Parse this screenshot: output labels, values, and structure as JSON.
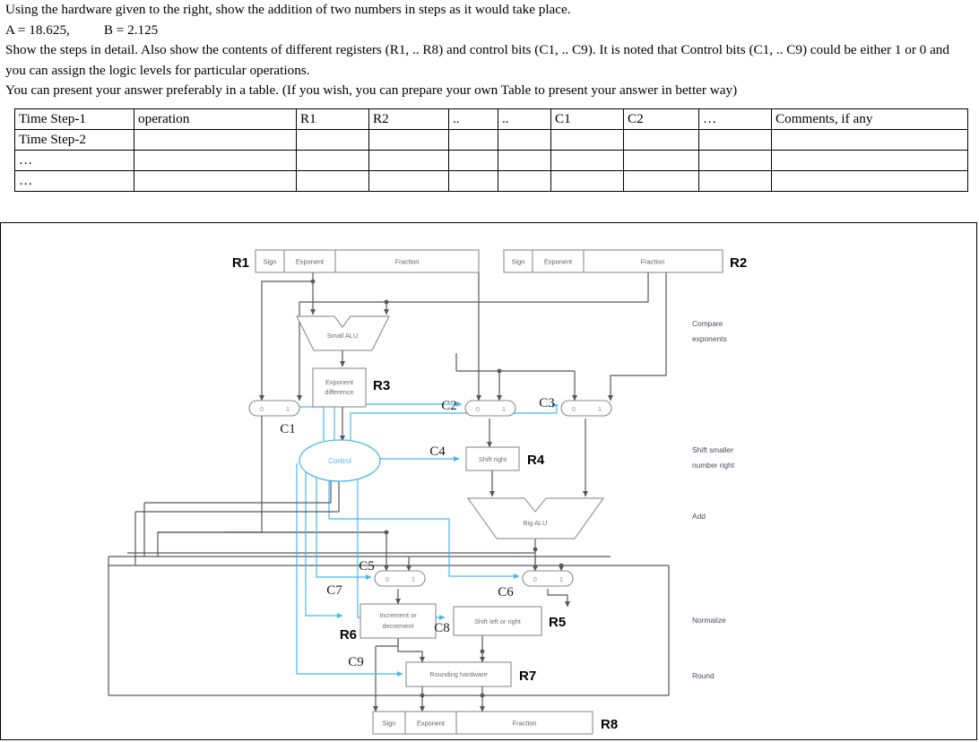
{
  "question": {
    "lines": [
      "Using the hardware given to the right, show the addition of two numbers in steps as it would take place.",
      "A = 18.625,          B = 2.125",
      "Show the steps in detail. Also show the contents of different registers (R1, .. R8) and control bits (C1, .. C9). It is noted that Control bits (C1, .. C9) could be either 1 or 0 and you can assign the logic levels for particular operations.",
      "You can present your answer preferably in a table. (If you wish, you can prepare your own Table to present your answer in better way)"
    ]
  },
  "answer_table": {
    "headers": [
      "Time Step-1",
      "operation",
      "R1",
      "R2",
      "..",
      "..",
      "C1",
      "C2",
      "…",
      "Comments, if any"
    ],
    "rows": [
      [
        "Time Step-2",
        "",
        "",
        "",
        "",
        "",
        "",
        "",
        "",
        ""
      ],
      [
        "…",
        "",
        "",
        "",
        "",
        "",
        "",
        "",
        "",
        ""
      ],
      [
        "…",
        "",
        "",
        "",
        "",
        "",
        "",
        "",
        "",
        ""
      ]
    ]
  },
  "diagram": {
    "registers": {
      "r1": {
        "name": "R1",
        "fields": [
          "Sign",
          "Exponent",
          "Fraction"
        ]
      },
      "r2": {
        "name": "R2",
        "fields": [
          "Sign",
          "Exponent",
          "Fraction"
        ]
      },
      "r8": {
        "name": "R8",
        "fields": [
          "Sign",
          "Exponent",
          "Fraction"
        ]
      }
    },
    "units": [
      {
        "id": "small-alu",
        "label": "Small ALU"
      },
      {
        "id": "exponent-difference",
        "label": "Exponent difference",
        "label_line1": "Exponent",
        "label_line2": "difference",
        "register": "R3"
      },
      {
        "id": "control",
        "label": "Control"
      },
      {
        "id": "shift-right",
        "label": "Shift right",
        "register": "R4"
      },
      {
        "id": "big-alu",
        "label": "Big ALU"
      },
      {
        "id": "increment-or-decrement",
        "label": "Increment or decrement",
        "label_line1": "Increment or",
        "label_line2": "decrement",
        "register": "R6"
      },
      {
        "id": "shift-left-or-right",
        "label": "Shift left or right",
        "register": "R5"
      },
      {
        "id": "rounding-hardware",
        "label": "Rounding hardware",
        "register": "R7"
      }
    ],
    "control_bits": [
      "C1",
      "C2",
      "C3",
      "C4",
      "C5",
      "C6",
      "C7",
      "C8",
      "C9"
    ],
    "mux_digits": [
      "0",
      "1"
    ],
    "stage_labels": [
      {
        "id": "compare-exponents",
        "line1": "Compare",
        "line2": "exponents"
      },
      {
        "id": "shift-smaller-number-right",
        "line1": "Shift smaller",
        "line2": "number right"
      },
      {
        "id": "add",
        "line1": "Add",
        "line2": ""
      },
      {
        "id": "normalize",
        "line1": "Normalize",
        "line2": ""
      },
      {
        "id": "round",
        "line1": "Round",
        "line2": ""
      }
    ],
    "colors": {
      "control_blue": "#4ab6ef",
      "wire_gray": "#58585f",
      "box_stroke": "#808088",
      "text_gray": "#5d5d6b"
    }
  }
}
